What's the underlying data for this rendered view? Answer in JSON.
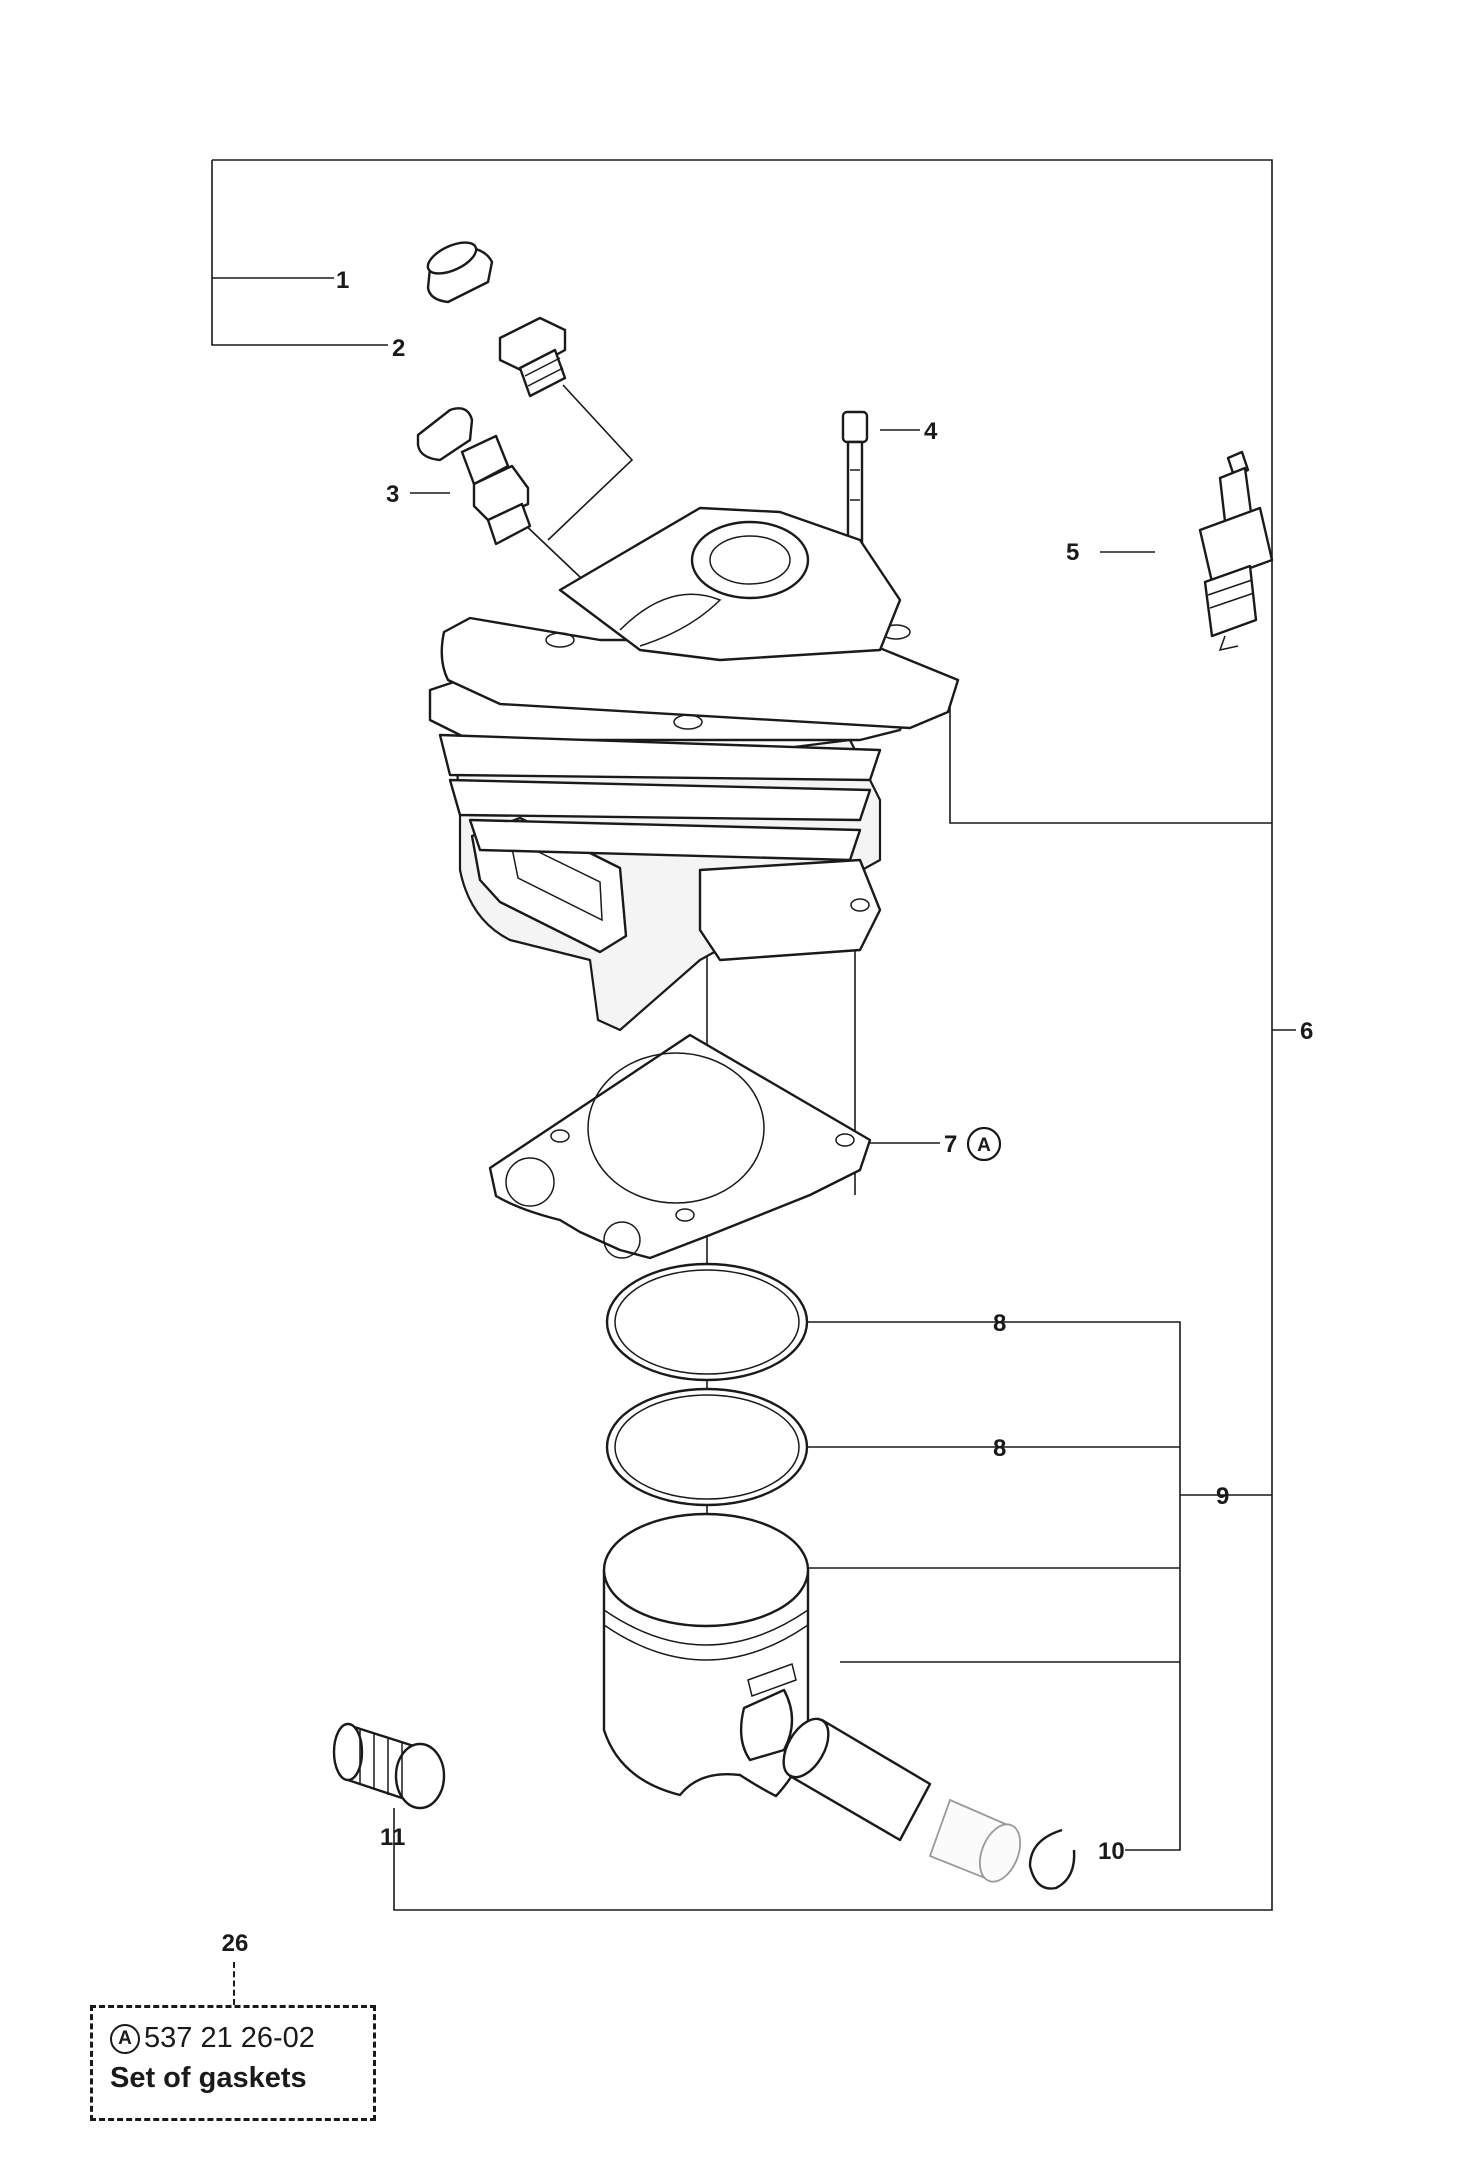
{
  "callouts": {
    "c1": "1",
    "c2": "2",
    "c3": "3",
    "c4": "4",
    "c5": "5",
    "c6": "6",
    "c7": "7",
    "c8a": "8",
    "c8b": "8",
    "c9": "9",
    "c10": "10",
    "c11": "11"
  },
  "gasket_badge": "A",
  "legend": {
    "ref": "26",
    "badge": "A",
    "part_number": "537 21 26-02",
    "description": "Set of gaskets"
  },
  "icons": {
    "badge": "circled-letter",
    "parts": [
      "decompression-valve-cap",
      "decompression-valve",
      "cylinder-screw",
      "spark-plug",
      "cylinder",
      "cylinder-gasket",
      "piston-ring",
      "piston",
      "piston-pin",
      "circlip",
      "needle-bearing"
    ]
  }
}
